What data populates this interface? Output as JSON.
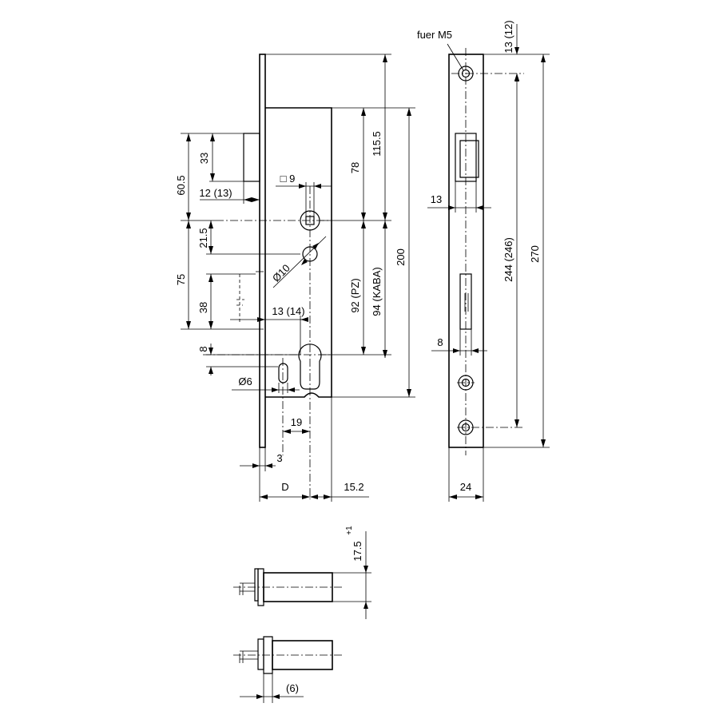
{
  "dimensions": {
    "d_33": "33",
    "d_60_5": "60.5",
    "d_12_13": "12 (13)",
    "d_sq9": "□ 9",
    "d_21_5": "21.5",
    "d_75": "75",
    "d_38": "38",
    "d_phi10": "Ø10",
    "d_13_14": "13 (14)",
    "d_8": "8",
    "d_phi6": "Ø6",
    "d_19": "19",
    "d_3": "3",
    "d_D": "D",
    "d_15_2": "15.2",
    "d_78": "78",
    "d_115_5": "115.5",
    "d_92_pz": "92 (PZ)",
    "d_94_kaba": "94 (KABA)",
    "d_200": "200",
    "d_fuer_m5": "fuer M5",
    "d_13_12": "13 (12)",
    "d_13_side": "13",
    "d_244_246": "244 (246)",
    "d_270": "270",
    "d_8_side": "8",
    "d_24": "24",
    "d_17_5": "17.5",
    "d_tol": "+1",
    "d_6": "(6)"
  }
}
